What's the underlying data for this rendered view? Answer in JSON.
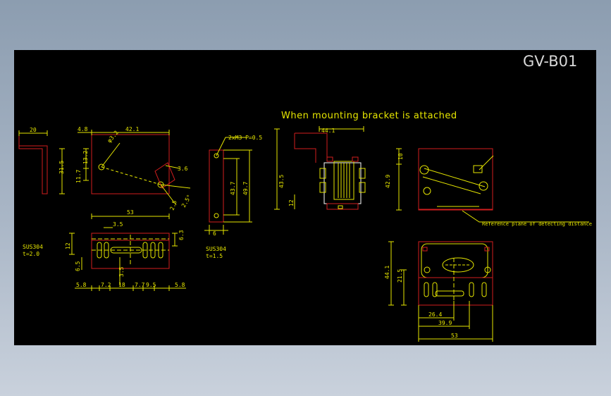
{
  "colors": {
    "background": "#000000",
    "outline": "#d21e1e",
    "dimension": "#e6e600",
    "text": "#e6e600",
    "title": "#d8d8d8",
    "part": "#ffffff"
  },
  "title": "GV-B01",
  "heading": "When mounting bracket is attached",
  "view1": {
    "dims": {
      "w20": "20",
      "h31_5": "31.5",
      "w4_8": "4.8",
      "w42_1": "42.1",
      "r13_2": "13.2",
      "r11_7": "11.7",
      "phi": "φ3.2",
      "d3_6": "3.6",
      "d2_5a": "2.5",
      "d2_5b": "2.5°"
    }
  },
  "view2": {
    "dims": {
      "w53": "53",
      "d3_5": "3.5",
      "d6_3": "6.3",
      "d12": "12",
      "d6_5": "6.5",
      "d3_5b": "3.5",
      "d5_8a": "5.8",
      "d7_2": "7.2",
      "d18": "18",
      "d7_7": "7.7",
      "d9_5": "9.5",
      "d5_8b": "5.8"
    },
    "material": "SUS304",
    "thickness": "t=2.0"
  },
  "view3": {
    "callout": "2xM3 P=0.5",
    "dims": {
      "h43_7": "43.7",
      "h49_7": "49.7",
      "w6": "6"
    },
    "material": "SUS304",
    "thickness": "t=1.5"
  },
  "view4": {
    "dims": {
      "w44_1": "44.1",
      "h43_5": "43.5",
      "h12": "12"
    }
  },
  "view5": {
    "dims": {
      "h10": "10",
      "h42_9": "42.9"
    },
    "note": "Reference plane of detecting distance"
  },
  "view6": {
    "dims": {
      "h44_1": "44.1",
      "h21_5": "21.5",
      "w26_4": "26.4",
      "w39_9": "39.9",
      "w53": "53"
    }
  }
}
